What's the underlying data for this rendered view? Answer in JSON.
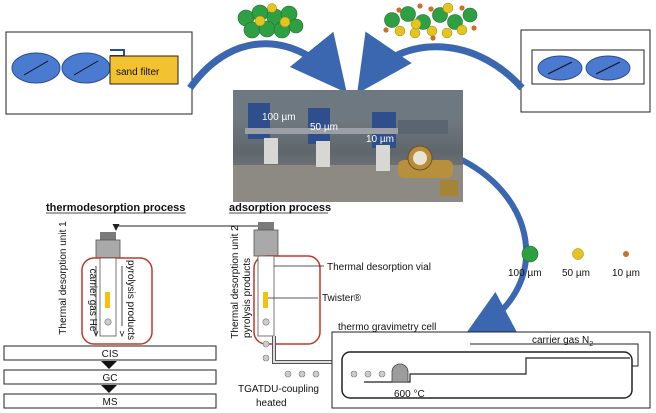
{
  "colors": {
    "arrow_blue": "#3b67b0",
    "box_red": "#c0392b",
    "sand_yellow": "#f2c230",
    "ellipse_blue": "#4a7bd1",
    "particle_green": "#2ea043",
    "particle_yellow": "#e3c420",
    "particle_orange": "#c8702c",
    "twister_yellow": "#f4c20d"
  },
  "top": {
    "sand_filter_label": "sand filter",
    "photo_labels": [
      "100 µm",
      "50 µm",
      "10 µm"
    ]
  },
  "legend": {
    "items": [
      {
        "label": "100 µm",
        "color": "particle_green"
      },
      {
        "label": "50 µm",
        "color": "particle_yellow"
      },
      {
        "label": "10 µm",
        "color": "particle_orange"
      }
    ]
  },
  "processes": {
    "thermodesorption_title": "thermodesorption process",
    "adsorption_title": "adsorption process",
    "unit1_label": "Thermal desorption unit 1",
    "unit2_label": "Thermal desorption unit 2",
    "carrier_gas_he": "carrier gas He",
    "pyrolysis_products_1": "pyrolysis products",
    "pyrolysis_products_2": "pyrolysis products",
    "thermal_desorption_vial": "Thermal desorption vial",
    "twister": "Twister®"
  },
  "chain": {
    "cis": "CIS",
    "gc": "GC",
    "ms": "MS"
  },
  "tga": {
    "cell_title": "thermo gravimetry cell",
    "carrier_gas_n2": "carrier gas N",
    "n2_subscript": "2",
    "temperature": "600 °C",
    "coupling_line1": "TGATDU-coupling",
    "coupling_line2": "heated"
  }
}
